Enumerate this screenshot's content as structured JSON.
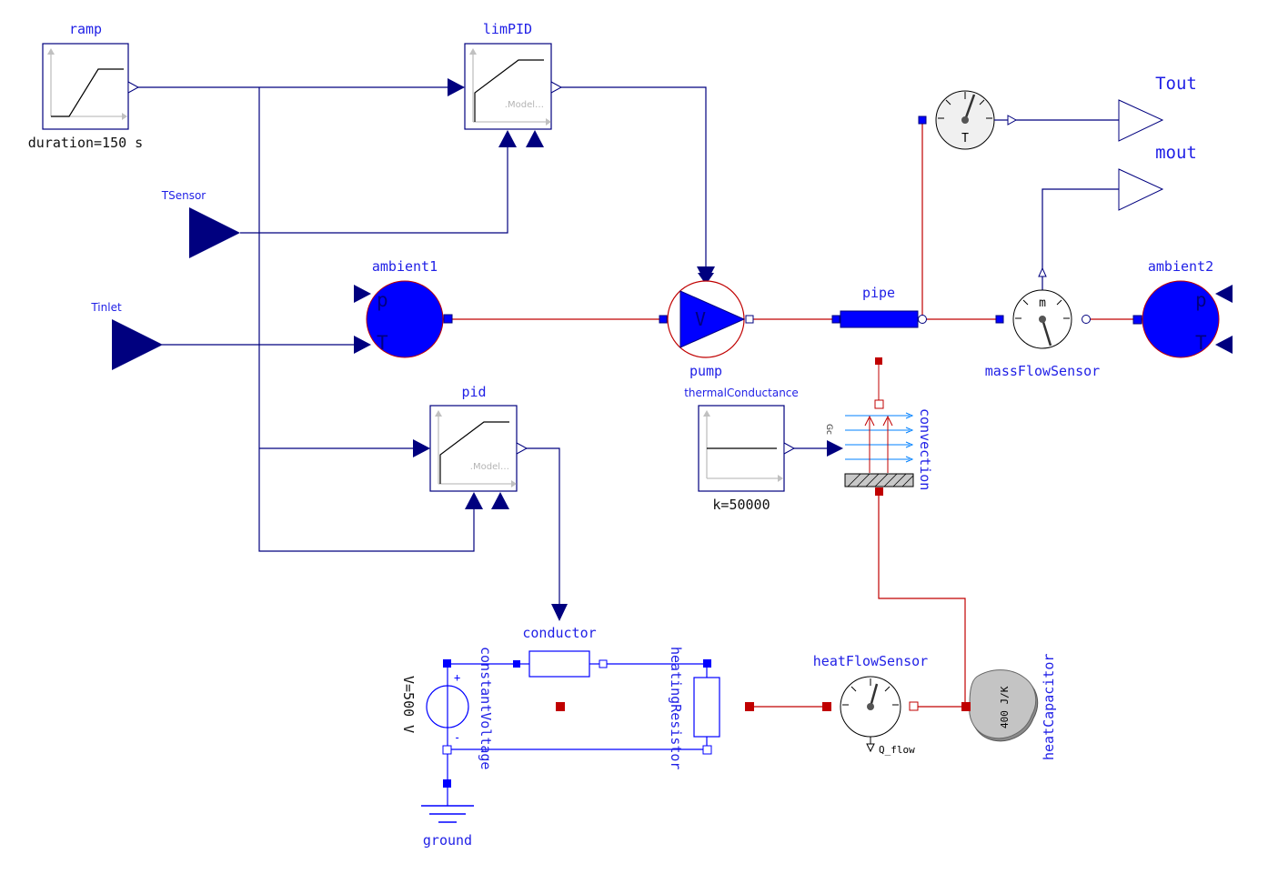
{
  "colors": {
    "signal": "#00007f",
    "fluid": "#c00000",
    "electric": "#0000ff",
    "label": "#1f1fe6",
    "fill_blue": "#0000ff"
  },
  "blocks": {
    "ramp": {
      "name": "ramp",
      "param": "duration=150 s"
    },
    "limPID": {
      "name": "limPID",
      "inner": ".Model…"
    },
    "pid": {
      "name": "pid",
      "inner": ".Model…"
    },
    "TSensor": {
      "name": "TSensor"
    },
    "Tinlet": {
      "name": "Tinlet"
    },
    "ambient1": {
      "name": "ambient1",
      "p": "p",
      "T": "T"
    },
    "ambient2": {
      "name": "ambient2",
      "p": "p",
      "T": "T"
    },
    "pump": {
      "name": "pump",
      "symbol": "V"
    },
    "pipe": {
      "name": "pipe"
    },
    "massFlowSensor": {
      "name": "massFlowSensor",
      "symbol": "m"
    },
    "temperatureSensor": {
      "symbol": "T"
    },
    "Tout": {
      "name": "Tout"
    },
    "mout": {
      "name": "mout"
    },
    "thermalConductance": {
      "name": "thermalConductance",
      "param": "k=50000"
    },
    "convection": {
      "name": "convection",
      "port": "Gc"
    },
    "conductor": {
      "name": "conductor"
    },
    "constantVoltage": {
      "name": "constantVoltage",
      "param": "V=500 V",
      "plus": "+",
      "minus": "-"
    },
    "heatingResistor": {
      "name": "heatingResistor"
    },
    "ground": {
      "name": "ground"
    },
    "heatFlowSensor": {
      "name": "heatFlowSensor",
      "port": "Q_flow"
    },
    "heatCapacitor": {
      "name": "heatCapacitor",
      "param": "400 J/K"
    }
  }
}
